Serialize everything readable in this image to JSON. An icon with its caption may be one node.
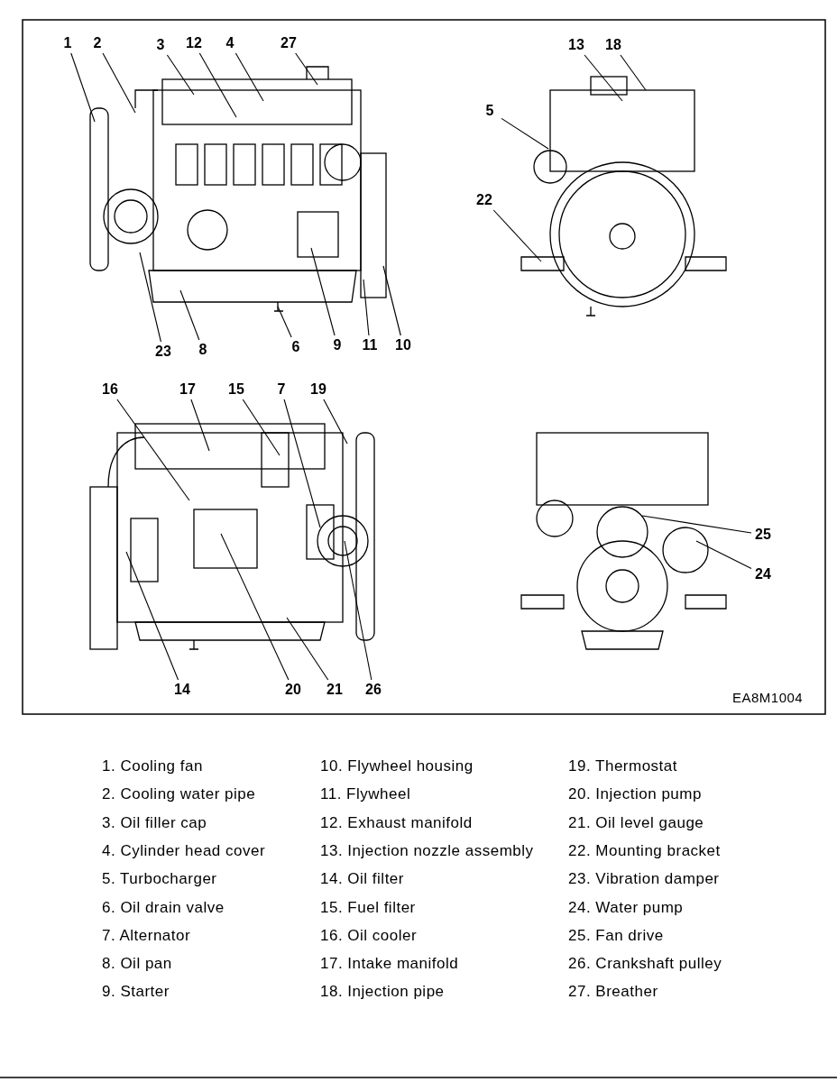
{
  "diagram": {
    "nodes": [
      {
        "text": [
          "1"
        ]
      },
      {
        "text": [
          "2"
        ]
      },
      {
        "text": [
          "3"
        ]
      },
      {
        "text": [
          "12"
        ]
      },
      {
        "text": [
          "4"
        ]
      },
      {
        "text": [
          "27"
        ]
      },
      {
        "text": [
          "13"
        ]
      },
      {
        "text": [
          "18"
        ]
      },
      {
        "text": [
          "5"
        ]
      },
      {
        "text": [
          "22"
        ]
      },
      {
        "text": [
          "23"
        ]
      },
      {
        "text": [
          "8"
        ]
      },
      {
        "text": [
          "6"
        ]
      },
      {
        "text": [
          "9"
        ]
      },
      {
        "text": [
          "11"
        ]
      },
      {
        "text": [
          "10"
        ]
      },
      {
        "text": [
          "16"
        ]
      },
      {
        "text": [
          "17"
        ]
      },
      {
        "text": [
          "15"
        ]
      },
      {
        "text": [
          "7"
        ]
      },
      {
        "text": [
          "19"
        ]
      },
      {
        "text": [
          "25"
        ]
      },
      {
        "text": [
          "24"
        ]
      },
      {
        "text": [
          "14"
        ]
      },
      {
        "text": [
          "20"
        ]
      },
      {
        "text": [
          "21"
        ]
      },
      {
        "text": [
          "26"
        ]
      }
    ],
    "edges": [
      {
        "from": 0,
        "to": null,
        "arrow": "none"
      },
      {
        "from": 1,
        "to": null,
        "arrow": "none"
      },
      {
        "from": 2,
        "to": null,
        "arrow": "none"
      },
      {
        "from": 3,
        "to": null,
        "arrow": "none"
      },
      {
        "from": 4,
        "to": null,
        "arrow": "none"
      },
      {
        "from": 5,
        "to": null,
        "arrow": "none"
      },
      {
        "from": 6,
        "to": null,
        "arrow": "none"
      },
      {
        "from": 7,
        "to": null,
        "arrow": "none"
      },
      {
        "from": 8,
        "to": null,
        "arrow": "none"
      },
      {
        "from": 9,
        "to": null,
        "arrow": "none"
      },
      {
        "from": 10,
        "to": null,
        "arrow": "none"
      },
      {
        "from": 11,
        "to": null,
        "arrow": "none"
      },
      {
        "from": 12,
        "to": null,
        "arrow": "none"
      },
      {
        "from": 13,
        "to": null,
        "arrow": "none"
      },
      {
        "from": 14,
        "to": null,
        "arrow": "none"
      },
      {
        "from": 15,
        "to": null,
        "arrow": "none"
      },
      {
        "from": 16,
        "to": null,
        "arrow": "none"
      },
      {
        "from": 17,
        "to": null,
        "arrow": "none"
      },
      {
        "from": 18,
        "to": null,
        "arrow": "none"
      },
      {
        "from": 19,
        "to": null,
        "arrow": "none"
      },
      {
        "from": 20,
        "to": null,
        "arrow": "none"
      },
      {
        "from": 21,
        "to": null,
        "arrow": "none"
      },
      {
        "from": 22,
        "to": null,
        "arrow": "none"
      },
      {
        "from": 23,
        "to": null,
        "arrow": "none"
      },
      {
        "from": 24,
        "to": null,
        "arrow": "none"
      },
      {
        "from": 25,
        "to": null,
        "arrow": "none"
      },
      {
        "from": 26,
        "to": null,
        "arrow": "none"
      }
    ],
    "labels": [
      "EA8M1004",
      "1. Cooling fan",
      "2. Cooling water pipe",
      "3. Oil filler cap",
      "4. Cylinder head cover",
      "5. Turbocharger",
      "6. Oil drain valve",
      "7. Alternator",
      "8. Oil pan",
      "9. Starter",
      "10. Flywheel housing",
      "11. Flywheel",
      "12. Exhaust manifold",
      "13. Injection nozzle assembly",
      "14. Oil filter",
      "15. Fuel filter",
      "16. Oil cooler",
      "17. Intake manifold",
      "18. Injection pipe",
      "19. Thermostat",
      "20. Injection pump",
      "21. Oil level gauge",
      "22. Mounting bracket",
      "23. Vibration damper",
      "24. Water pump",
      "25. Fan drive",
      "26. Crankshaft pulley",
      "27. Breather"
    ]
  }
}
